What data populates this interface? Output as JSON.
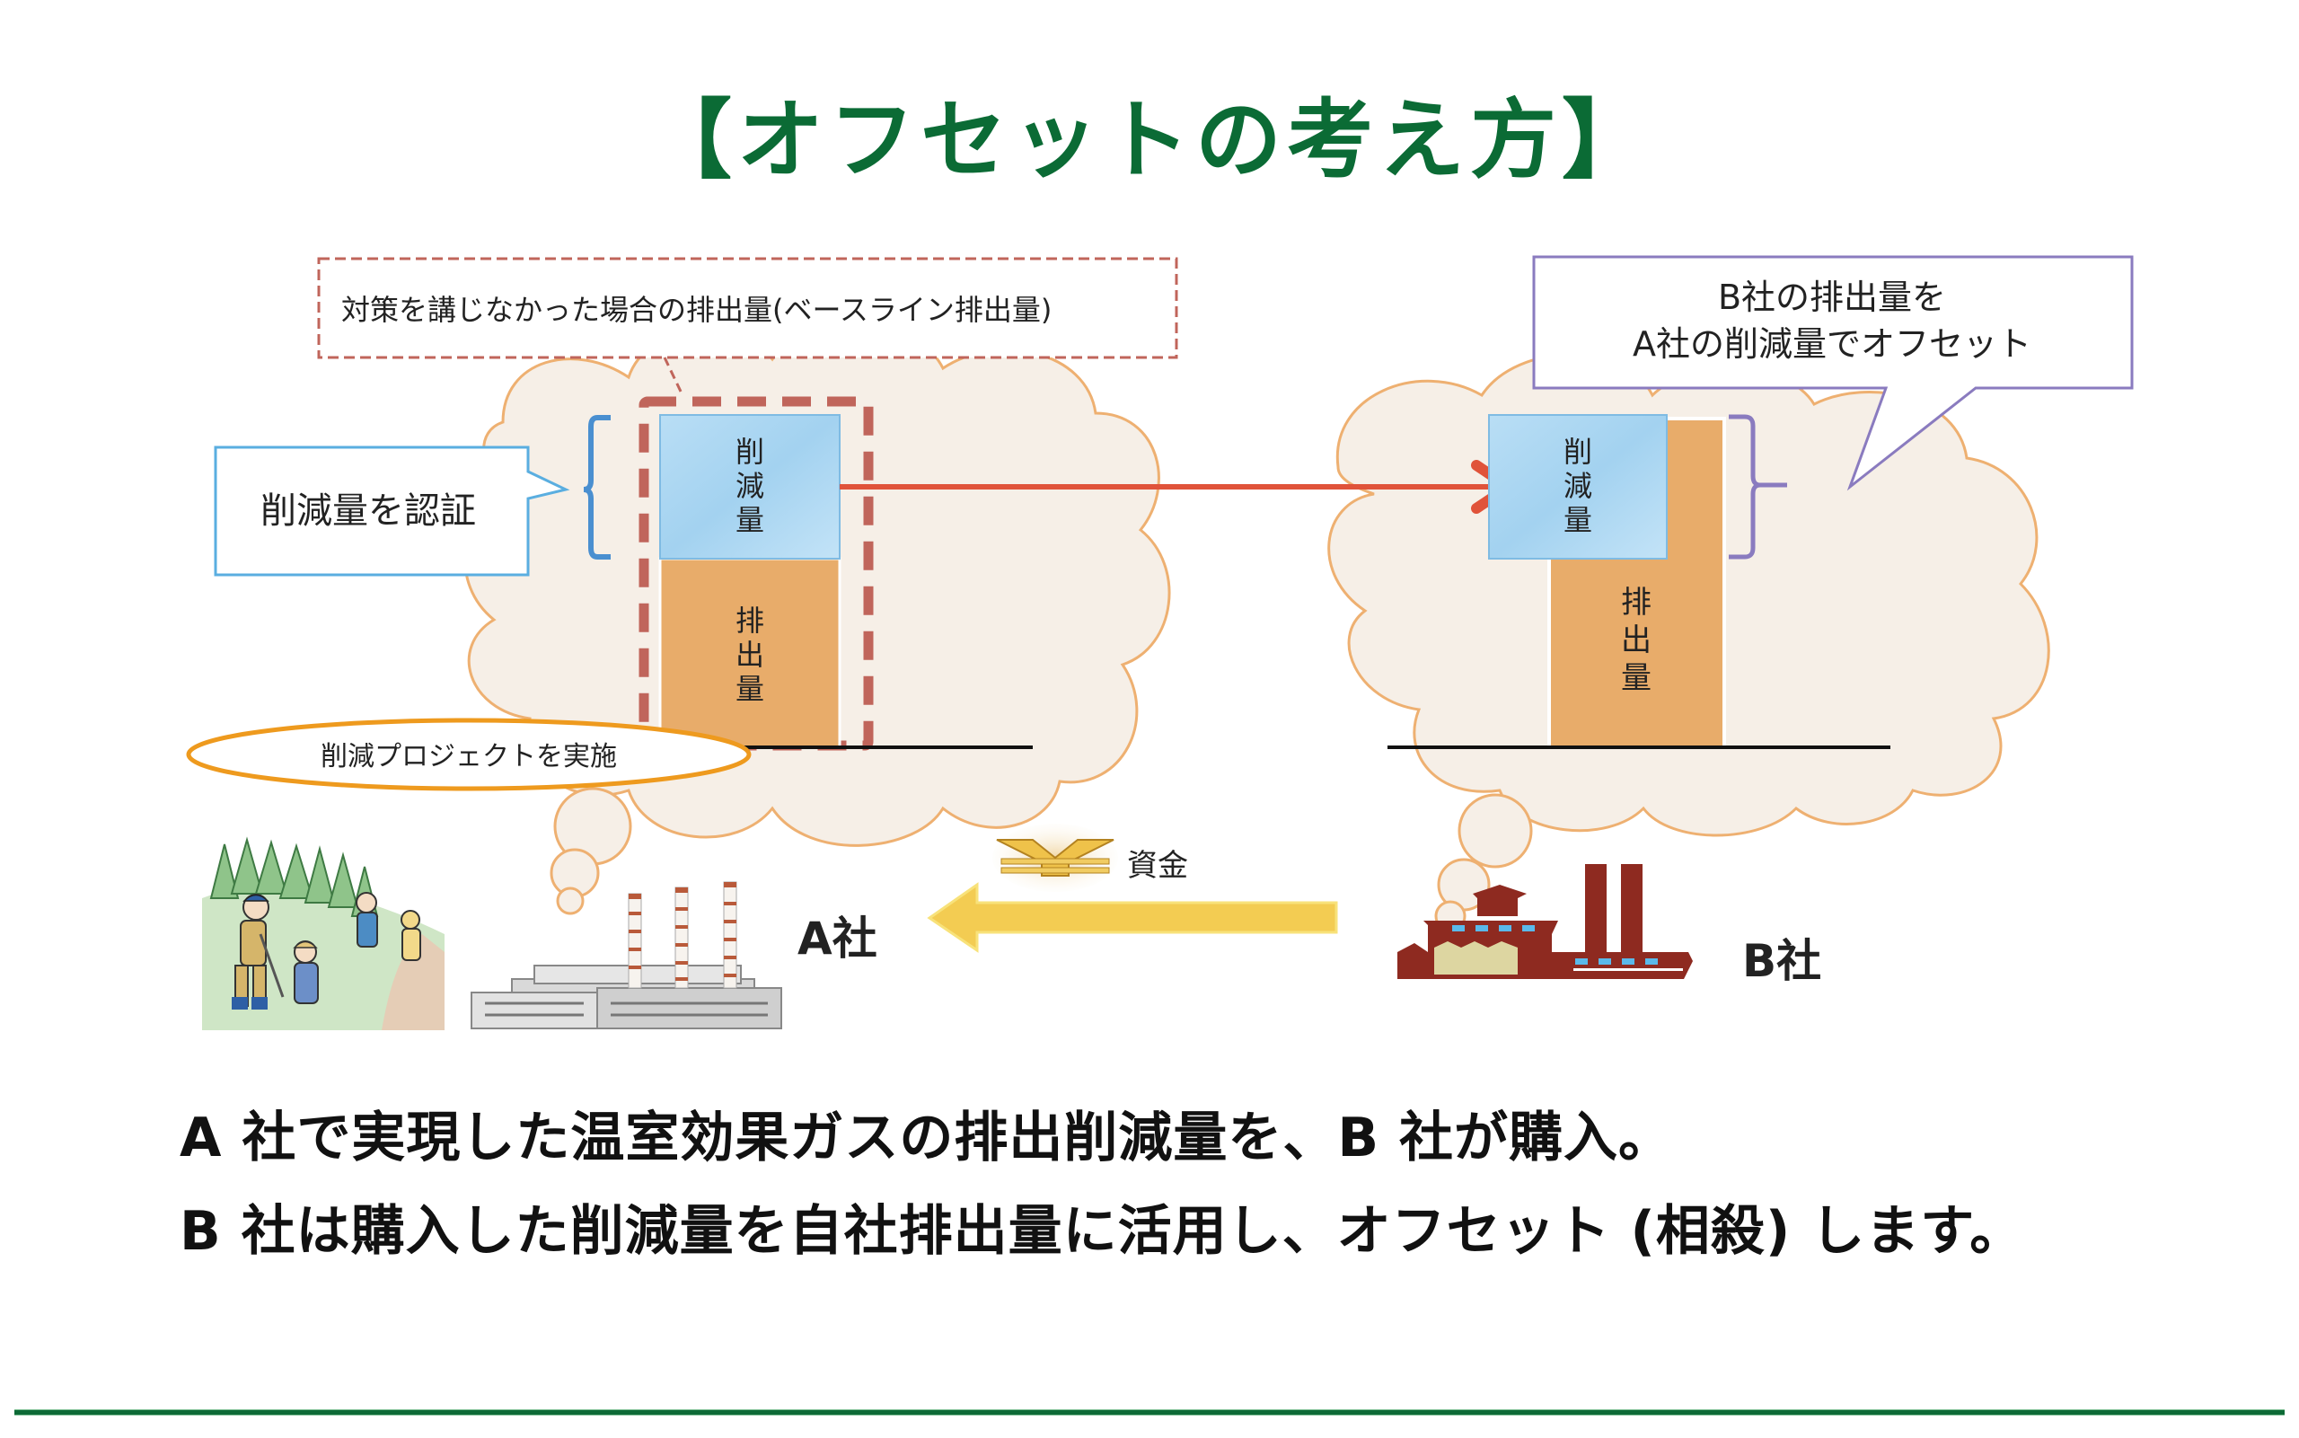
{
  "title": "【オフセットの考え方】",
  "diagram": {
    "baseline_callout": "対策を講じなかった場合の排出量(ベースライン排出量)",
    "certify_callout": "削減量を認証",
    "offset_callout_line1": "B社の排出量を",
    "offset_callout_line2": "A社の削減量でオフセット",
    "project_label": "削減プロジェクトを実施",
    "company_a": {
      "label": "A社",
      "reduction_bar": [
        "削",
        "減",
        "量"
      ],
      "emission_bar": [
        "排",
        "出",
        "量"
      ]
    },
    "company_b": {
      "label": "B社",
      "reduction_bar": [
        "削",
        "減",
        "量"
      ],
      "emission_bar": [
        "排",
        "出",
        "量"
      ]
    },
    "funds_label": "資金",
    "funds_icon": "yen-icon",
    "colors": {
      "title_green": "#0b6b35",
      "reduction_blue": "#a6d3f0",
      "emission_orange": "#e8ac6a",
      "baseline_dashed": "#c0655b",
      "transfer_arrow_red": "#e0533a",
      "funds_arrow_yellow": "#f3cc52",
      "cloud_fill": "#f6efe7",
      "cloud_stroke": "#eeb071",
      "certify_border": "#5aaee0",
      "offset_border": "#8a7bbf",
      "project_ellipse": "#ee9a1e",
      "factory_b": "#8e2a20"
    }
  },
  "captions": {
    "line1": "A 社で実現した温室効果ガスの排出削減量を、B 社が購入。",
    "line2": "B 社は購入した削減量を自社排出量に活用し、オフセット (相殺) します。"
  }
}
